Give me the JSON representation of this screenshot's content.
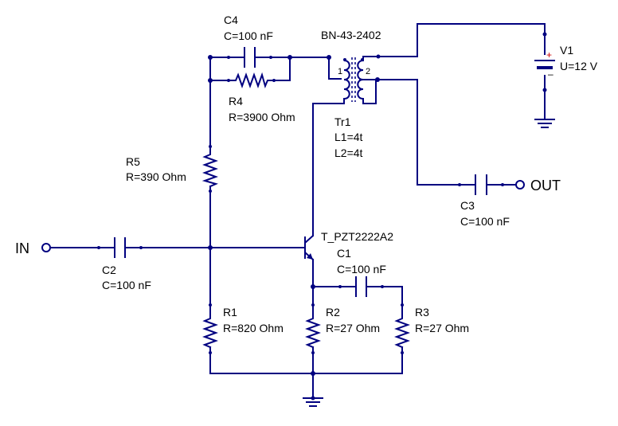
{
  "colors": {
    "wire": "#000080",
    "text": "#000000",
    "plus_sign": "#cc0000",
    "background": "#ffffff"
  },
  "ports": {
    "input_label": "IN",
    "output_label": "OUT"
  },
  "components": {
    "c4": {
      "name": "C4",
      "value": "C=100 nF"
    },
    "r4": {
      "name": "R4",
      "value": "R=3900 Ohm"
    },
    "r5": {
      "name": "R5",
      "value": "R=390 Ohm"
    },
    "c2": {
      "name": "C2",
      "value": "C=100 nF"
    },
    "r1": {
      "name": "R1",
      "value": "R=820 Ohm"
    },
    "q1": {
      "name": "T_PZT2222A2"
    },
    "c1": {
      "name": "C1",
      "value": "C=100 nF"
    },
    "r2": {
      "name": "R2",
      "value": "R=27 Ohm"
    },
    "r3": {
      "name": "R3",
      "value": "R=27 Ohm"
    },
    "tr1": {
      "core": "BN-43-2402",
      "name": "Tr1",
      "l1": "L1=4t",
      "l2": "L2=4t",
      "pin1": "1",
      "pin2": "2"
    },
    "c3": {
      "name": "C3",
      "value": "C=100 nF"
    },
    "v1": {
      "name": "V1",
      "value": "U=12 V",
      "plus": "+",
      "minus": "–"
    }
  }
}
